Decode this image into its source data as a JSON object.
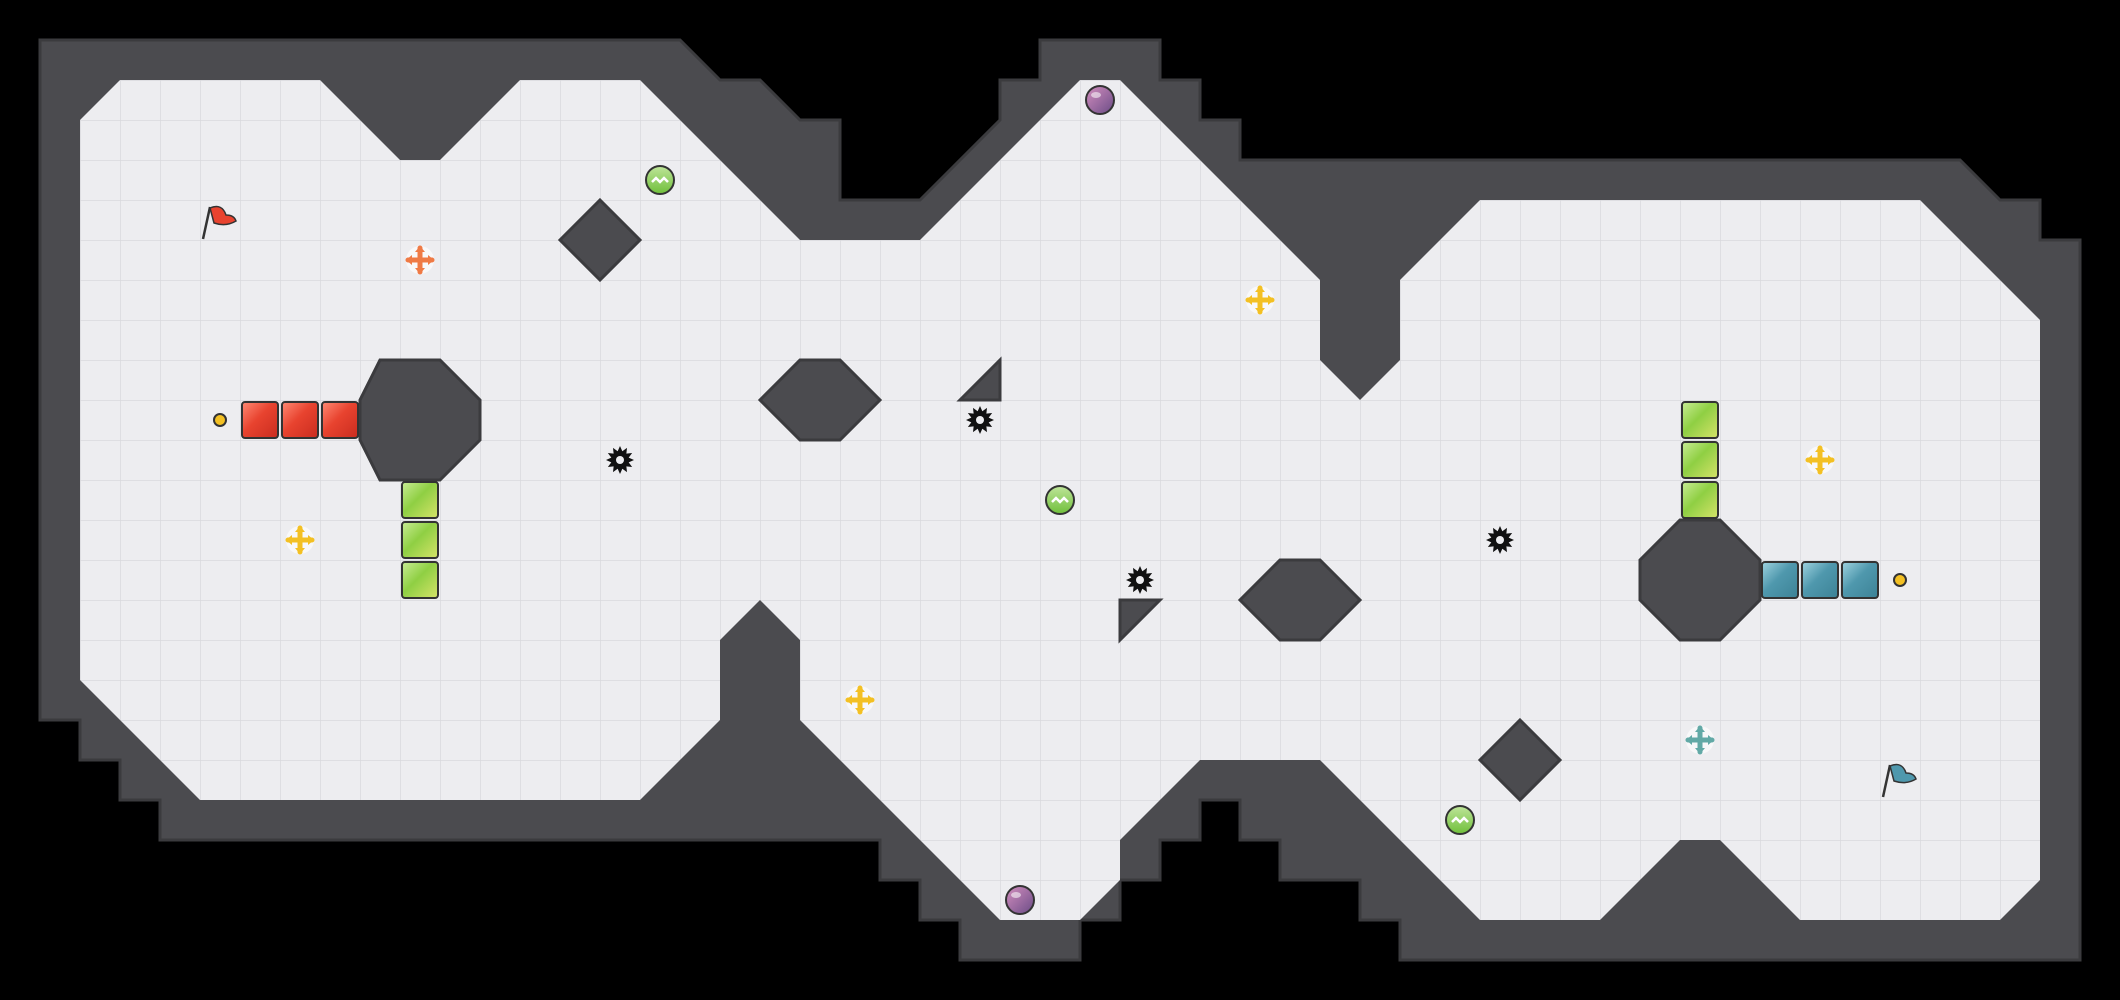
{
  "game": {
    "colors": {
      "background": "#000000",
      "wall": "#4b4b4f",
      "wall_edge": "#3b3b3e",
      "floor": "#ededf0",
      "grid": "#d9d9dd",
      "red": "#e8432f",
      "green": "#8fcf43",
      "blue": "#4f98ad",
      "yellow": "#f3c023",
      "orange": "#ef7a45",
      "teal": "#62a9a6",
      "purple": "#8b5a8d",
      "spike": "#111111"
    },
    "flags": [
      {
        "team": "red",
        "icon": "flag-icon"
      },
      {
        "team": "blue",
        "icon": "flag-icon"
      }
    ],
    "snakes": [
      {
        "team": "red",
        "segments": 3,
        "direction": "left"
      },
      {
        "team": "green",
        "segments": 3,
        "direction": "down"
      },
      {
        "team": "green",
        "segments": 3,
        "direction": "up"
      },
      {
        "team": "blue",
        "segments": 3,
        "direction": "right"
      }
    ],
    "pickups": [
      {
        "kind": "boost",
        "color": "orange",
        "icon": "cross-arrows-icon"
      },
      {
        "kind": "boost",
        "color": "yellow",
        "icon": "cross-arrows-icon"
      },
      {
        "kind": "boost",
        "color": "teal",
        "icon": "cross-arrows-icon"
      },
      {
        "kind": "speed-orb",
        "color": "green",
        "icon": "zigzag-orb-icon"
      },
      {
        "kind": "gem",
        "color": "purple",
        "icon": "gem-orb-icon"
      },
      {
        "kind": "spike",
        "color": "black",
        "icon": "spike-ball-icon"
      }
    ]
  }
}
